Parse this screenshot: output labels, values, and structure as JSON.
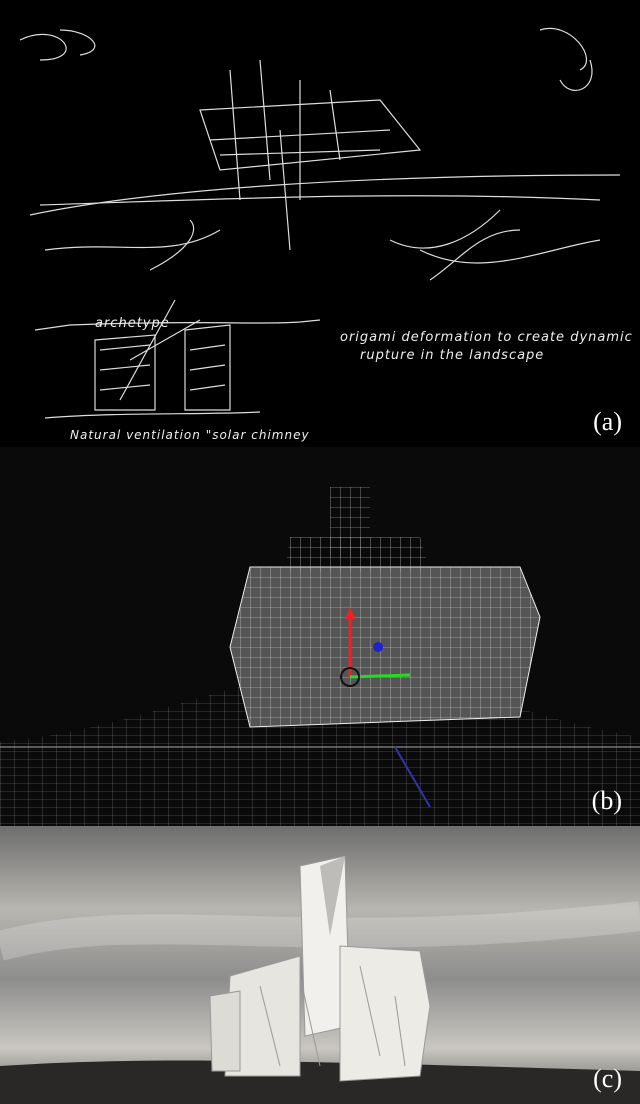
{
  "panels": [
    {
      "label": "(a)",
      "annotations": {
        "archetype": "archetype",
        "origami": "origami deformation to create dynamic",
        "rupture": "rupture in the landscape",
        "ventilation": "Natural ventilation \"solar chimney"
      }
    },
    {
      "label": "(b)"
    },
    {
      "label": "(c)"
    }
  ]
}
